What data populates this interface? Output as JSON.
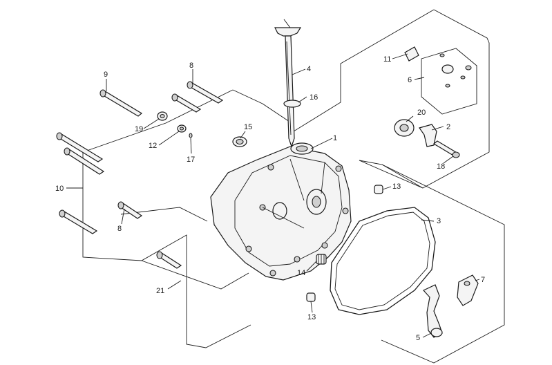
{
  "diagram": {
    "callouts": [
      {
        "id": "c1",
        "text": "1"
      },
      {
        "id": "c2",
        "text": "2"
      },
      {
        "id": "c3",
        "text": "3"
      },
      {
        "id": "c4",
        "text": "4"
      },
      {
        "id": "c5",
        "text": "5"
      },
      {
        "id": "c6",
        "text": "6"
      },
      {
        "id": "c7",
        "text": "7"
      },
      {
        "id": "c8a",
        "text": "8"
      },
      {
        "id": "c8b",
        "text": "8"
      },
      {
        "id": "c9",
        "text": "9"
      },
      {
        "id": "c10",
        "text": "10"
      },
      {
        "id": "c11",
        "text": "11"
      },
      {
        "id": "c12",
        "text": "12"
      },
      {
        "id": "c13a",
        "text": "13"
      },
      {
        "id": "c13b",
        "text": "13"
      },
      {
        "id": "c14",
        "text": "14"
      },
      {
        "id": "c15",
        "text": "15"
      },
      {
        "id": "c16",
        "text": "16"
      },
      {
        "id": "c17",
        "text": "17"
      },
      {
        "id": "c18",
        "text": "18"
      },
      {
        "id": "c19",
        "text": "19"
      },
      {
        "id": "c20",
        "text": "20"
      },
      {
        "id": "c21",
        "text": "21"
      }
    ]
  }
}
